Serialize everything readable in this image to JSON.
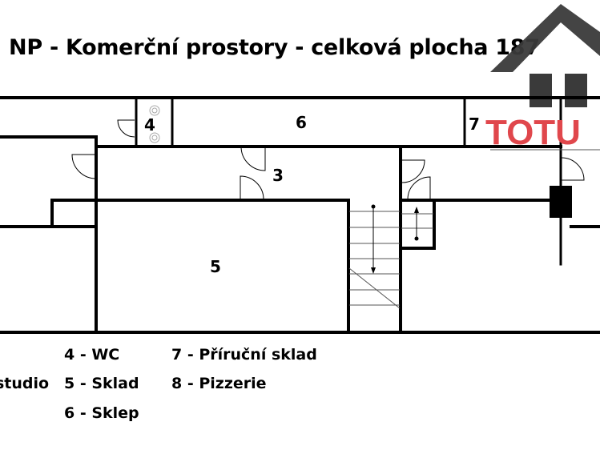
{
  "title": ". NP - Komerční prostory - celková plocha 187",
  "logo": {
    "text": "TOTU",
    "color": "#e0474c",
    "roof_color": "#3a3a3a"
  },
  "rooms": {
    "r3": "3",
    "r4": "4",
    "r5": "5",
    "r6": "6",
    "r7": "7"
  },
  "legend": [
    "4 - WC",
    "7 - Příruční sklad",
    "studio",
    "5 - Sklad",
    "8 - Pizzerie",
    "6 - Sklep"
  ]
}
